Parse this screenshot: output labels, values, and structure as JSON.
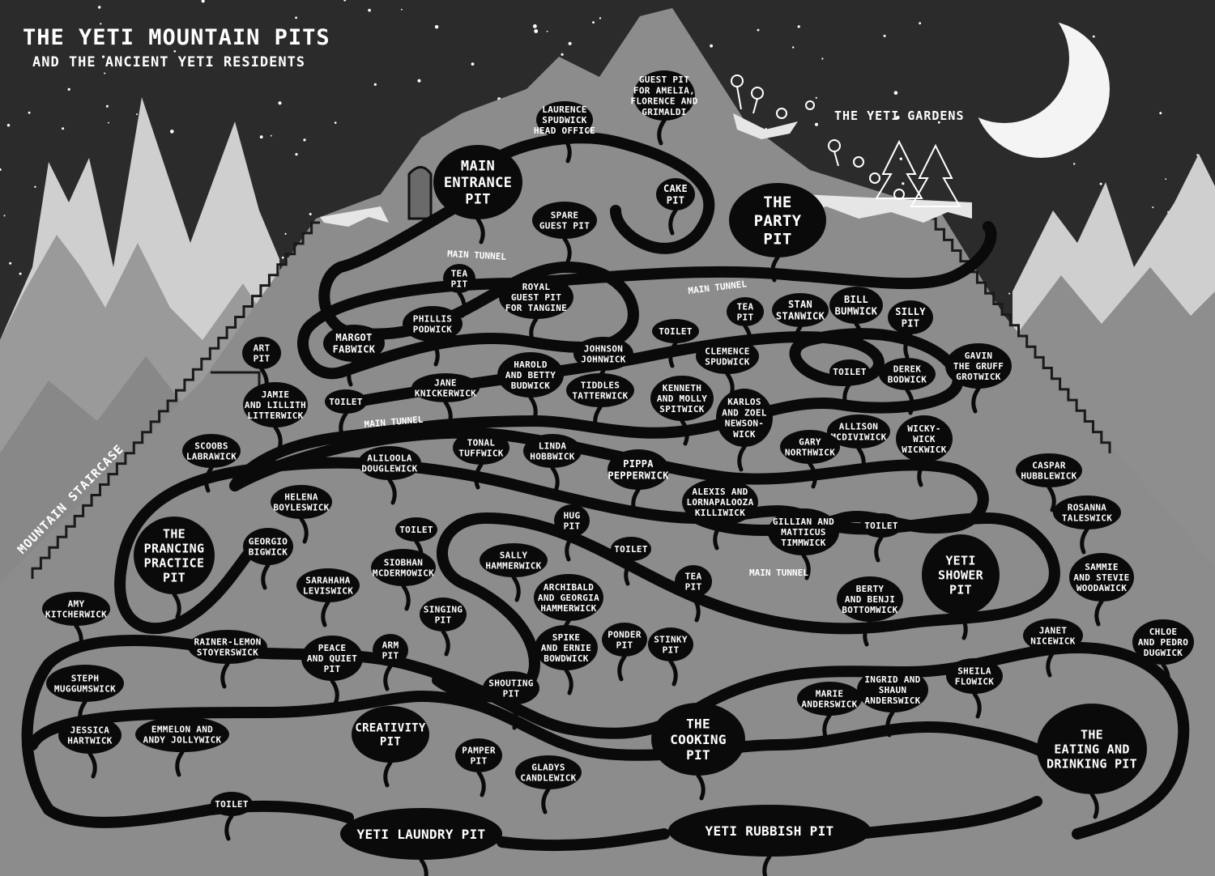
{
  "title": "THE YETI MOUNTAIN PITS",
  "subtitle": "AND THE ANCIENT YETI RESIDENTS",
  "gardens_label": "THE YETI GARDENS",
  "staircase_label": "MOUNTAIN STAIRCASE",
  "tunnel_labels": [
    "MAIN TUNNEL",
    "MAIN TUNNEL",
    "MAIN TUNNEL",
    "MAIN TUNNEL"
  ],
  "colors": {
    "sky": "#2b2b2b",
    "mountain": "#8c8c8c",
    "pit": "#0a0a0a",
    "text": "#ffffff"
  },
  "pits": [
    {
      "id": "laurence",
      "lines": [
        "LAURENCE",
        "SPUDWICK",
        "HEAD OFFICE"
      ]
    },
    {
      "id": "guest-amelia",
      "lines": [
        "GUEST PIT",
        "FOR AMELIA,",
        "FLORENCE AND",
        "GRIMALDI"
      ]
    },
    {
      "id": "main-entrance",
      "lines": [
        "MAIN",
        "ENTRANCE",
        "PIT"
      ]
    },
    {
      "id": "cake",
      "lines": [
        "CAKE",
        "PIT"
      ]
    },
    {
      "id": "spare-guest",
      "lines": [
        "SPARE",
        "GUEST PIT"
      ]
    },
    {
      "id": "party",
      "lines": [
        "THE",
        "PARTY",
        "PIT"
      ]
    },
    {
      "id": "tea-1",
      "lines": [
        "TEA",
        "PIT"
      ]
    },
    {
      "id": "royal-guest",
      "lines": [
        "ROYAL",
        "GUEST PIT",
        "FOR TANGINE"
      ]
    },
    {
      "id": "phillis",
      "lines": [
        "PHILLIS",
        "PODWICK"
      ]
    },
    {
      "id": "margot",
      "lines": [
        "MARGOT",
        "FABWICK"
      ]
    },
    {
      "id": "art",
      "lines": [
        "ART",
        "PIT"
      ]
    },
    {
      "id": "toilet-1",
      "lines": [
        "TOILET"
      ]
    },
    {
      "id": "tea-2",
      "lines": [
        "TEA",
        "PIT"
      ]
    },
    {
      "id": "stan",
      "lines": [
        "STAN",
        "STANWICK"
      ]
    },
    {
      "id": "bill",
      "lines": [
        "BILL",
        "BUMWICK"
      ]
    },
    {
      "id": "silly",
      "lines": [
        "SILLY",
        "PIT"
      ]
    },
    {
      "id": "clemence",
      "lines": [
        "CLEMENCE",
        "SPUDWICK"
      ]
    },
    {
      "id": "johnson",
      "lines": [
        "JOHNSON",
        "JOHNWICK"
      ]
    },
    {
      "id": "harold",
      "lines": [
        "HAROLD",
        "AND BETTY",
        "BUDWICK"
      ]
    },
    {
      "id": "tiddles",
      "lines": [
        "TIDDLES",
        "TATTERWICK"
      ]
    },
    {
      "id": "jane",
      "lines": [
        "JANE",
        "KNICKERWICK"
      ]
    },
    {
      "id": "toilet-2",
      "lines": [
        "TOILET"
      ]
    },
    {
      "id": "derek",
      "lines": [
        "DEREK",
        "BODWICK"
      ]
    },
    {
      "id": "gavin",
      "lines": [
        "GAVIN",
        "THE GRUFF",
        "GROTWICK"
      ]
    },
    {
      "id": "jamie",
      "lines": [
        "JAMIE",
        "AND LILLITH",
        "LITTERWICK"
      ]
    },
    {
      "id": "toilet-3",
      "lines": [
        "TOILET"
      ]
    },
    {
      "id": "kenneth",
      "lines": [
        "KENNETH",
        "AND MOLLY",
        "SPITWICK"
      ]
    },
    {
      "id": "karlos",
      "lines": [
        "KARLOS",
        "AND ZOEL",
        "NEWSON-",
        "WICK"
      ]
    },
    {
      "id": "allison",
      "lines": [
        "ALLISON",
        "MCDIVIWICK"
      ]
    },
    {
      "id": "wicky",
      "lines": [
        "WICKY-",
        "WICK",
        "WICKWICK"
      ]
    },
    {
      "id": "gary",
      "lines": [
        "GARY",
        "NORTHWICK"
      ]
    },
    {
      "id": "scoobs",
      "lines": [
        "SCOOBS",
        "LABRAWICK"
      ]
    },
    {
      "id": "alilooola",
      "lines": [
        "ALILOOLA",
        "DOUGLEWICK"
      ]
    },
    {
      "id": "tonal",
      "lines": [
        "TONAL",
        "TUFFWICK"
      ]
    },
    {
      "id": "linda",
      "lines": [
        "LINDA",
        "HOBBWICK"
      ]
    },
    {
      "id": "pippa",
      "lines": [
        "PIPPA",
        "PEPPERWICK"
      ]
    },
    {
      "id": "caspar",
      "lines": [
        "CASPAR",
        "HUBBLEWICK"
      ]
    },
    {
      "id": "alexis",
      "lines": [
        "ALEXIS AND",
        "LORNAPALOOZA",
        "KILLIWICK"
      ]
    },
    {
      "id": "helena",
      "lines": [
        "HELENA",
        "BOYLESWICK"
      ]
    },
    {
      "id": "rosanna",
      "lines": [
        "ROSANNA",
        "TALESWICK"
      ]
    },
    {
      "id": "prancing",
      "lines": [
        "THE",
        "PRANCING",
        "PRACTICE",
        "PIT"
      ]
    },
    {
      "id": "georgio",
      "lines": [
        "GEORGIO",
        "BIGWICK"
      ]
    },
    {
      "id": "toilet-4",
      "lines": [
        "TOILET"
      ]
    },
    {
      "id": "hug",
      "lines": [
        "HUG",
        "PIT"
      ]
    },
    {
      "id": "gillian",
      "lines": [
        "GILLIAN AND",
        "MATTICUS",
        "TIMMWICK"
      ]
    },
    {
      "id": "toilet-5",
      "lines": [
        "TOILET"
      ]
    },
    {
      "id": "yeti-shower",
      "lines": [
        "YETI",
        "SHOWER",
        "PIT"
      ]
    },
    {
      "id": "toilet-6",
      "lines": [
        "TOILET"
      ]
    },
    {
      "id": "sally",
      "lines": [
        "SALLY",
        "HAMMERWICK"
      ]
    },
    {
      "id": "sarahaha",
      "lines": [
        "SARAHAHA",
        "LEVISWICK"
      ]
    },
    {
      "id": "siobhan",
      "lines": [
        "SIOBHAN",
        "MCDERMOWICK"
      ]
    },
    {
      "id": "archibald",
      "lines": [
        "ARCHIBALD",
        "AND GEORGIA",
        "HAMMERWICK"
      ]
    },
    {
      "id": "tea-3",
      "lines": [
        "TEA",
        "PIT"
      ]
    },
    {
      "id": "sammie",
      "lines": [
        "SAMMIE",
        "AND STEVIE",
        "WOODAWICK"
      ]
    },
    {
      "id": "amy",
      "lines": [
        "AMY",
        "KITCHERWICK"
      ]
    },
    {
      "id": "berty",
      "lines": [
        "BERTY",
        "AND BENJI",
        "BOTTOMWICK"
      ]
    },
    {
      "id": "singing",
      "lines": [
        "SINGING",
        "PIT"
      ]
    },
    {
      "id": "rainer",
      "lines": [
        "RAINER-LEMON",
        "STOYERSWICK"
      ]
    },
    {
      "id": "peace",
      "lines": [
        "PEACE",
        "AND QUIET",
        "PIT"
      ]
    },
    {
      "id": "arm",
      "lines": [
        "ARM",
        "PIT"
      ]
    },
    {
      "id": "spike",
      "lines": [
        "SPIKE",
        "AND ERNIE",
        "BOWDWICK"
      ]
    },
    {
      "id": "ponder",
      "lines": [
        "PONDER",
        "PIT"
      ]
    },
    {
      "id": "stinky",
      "lines": [
        "STINKY",
        "PIT"
      ]
    },
    {
      "id": "janet",
      "lines": [
        "JANET",
        "NICEWICK"
      ]
    },
    {
      "id": "chloe",
      "lines": [
        "CHLOE",
        "AND PEDRO",
        "DUGWICK"
      ]
    },
    {
      "id": "steph",
      "lines": [
        "STEPH",
        "MUGGUMSWICK"
      ]
    },
    {
      "id": "shouting",
      "lines": [
        "SHOUTING",
        "PIT"
      ]
    },
    {
      "id": "ingrid",
      "lines": [
        "INGRID AND",
        "SHAUN",
        "ANDERSWICK"
      ]
    },
    {
      "id": "sheila",
      "lines": [
        "SHEILA",
        "FLOWICK"
      ]
    },
    {
      "id": "marie",
      "lines": [
        "MARIE",
        "ANDERSWICK"
      ]
    },
    {
      "id": "cooking",
      "lines": [
        "THE",
        "COOKING",
        "PIT"
      ]
    },
    {
      "id": "creativity",
      "lines": [
        "CREATIVITY",
        "PIT"
      ]
    },
    {
      "id": "jessica",
      "lines": [
        "JESSICA",
        "HARTWICK"
      ]
    },
    {
      "id": "emmelon",
      "lines": [
        "EMMELON AND",
        "ANDY JOLLYWICK"
      ]
    },
    {
      "id": "pamper",
      "lines": [
        "PAMPER",
        "PIT"
      ]
    },
    {
      "id": "gladys",
      "lines": [
        "GLADYS",
        "CANDLEWICK"
      ]
    },
    {
      "id": "eating",
      "lines": [
        "THE",
        "EATING AND",
        "DRINKING PIT"
      ]
    },
    {
      "id": "toilet-7",
      "lines": [
        "TOILET"
      ]
    },
    {
      "id": "laundry",
      "lines": [
        "YETI LAUNDRY PIT"
      ]
    },
    {
      "id": "rubbish",
      "lines": [
        "YETI RUBBISH PIT"
      ]
    }
  ]
}
